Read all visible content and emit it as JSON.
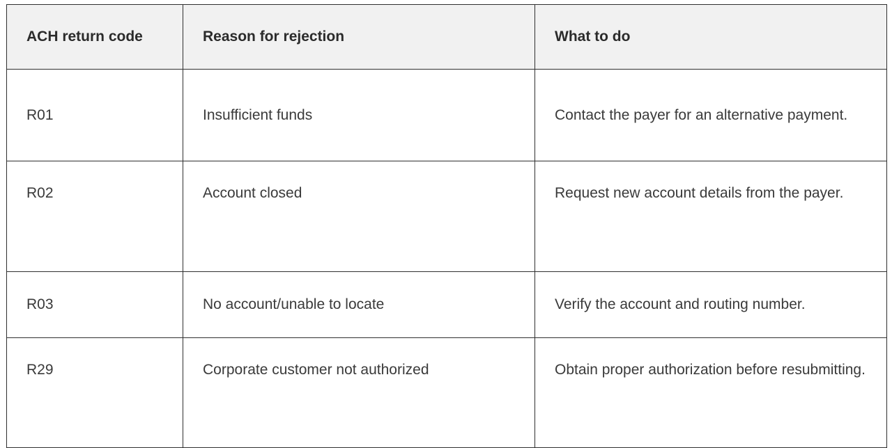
{
  "table": {
    "headers": [
      "ACH return code",
      "Reason for rejection",
      "What to do"
    ],
    "rows": [
      {
        "code": "R01",
        "reason": "Insufficient funds",
        "action": "Contact the payer for an alternative payment."
      },
      {
        "code": "R02",
        "reason": "Account closed",
        "action": "Request new account details from the payer."
      },
      {
        "code": "R03",
        "reason": "No account/unable to locate",
        "action": "Verify the account and routing number."
      },
      {
        "code": "R29",
        "reason": "Corporate customer not authorized",
        "action": "Obtain proper authorization before resubmitting."
      }
    ]
  },
  "colors": {
    "header_bg": "#f1f1f1",
    "border": "#2f2f2f",
    "text": "#3a3a3a"
  }
}
